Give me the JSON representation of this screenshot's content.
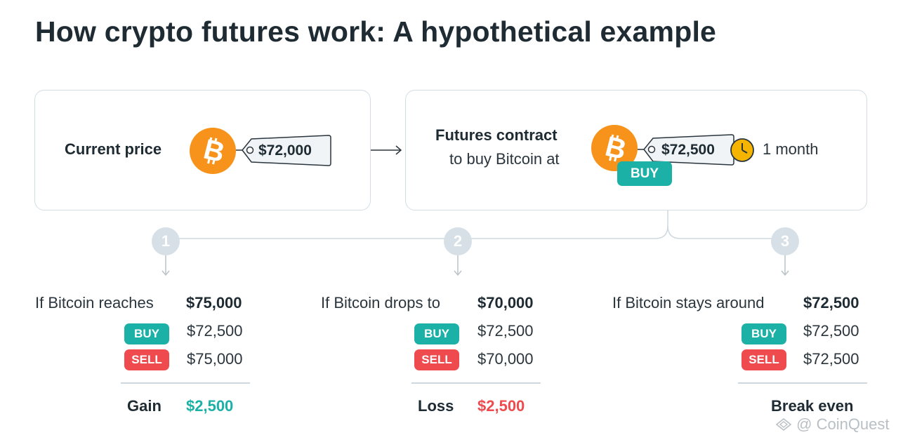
{
  "title": "How crypto futures work: A hypothetical example",
  "current": {
    "label": "Current price",
    "price": "$72,000"
  },
  "futures": {
    "label_bold": "Futures contract",
    "label_rest": "to buy Bitcoin at",
    "price": "$72,500",
    "duration": "1 month",
    "buy_label": "BUY"
  },
  "scenarios": [
    {
      "step": "1",
      "condition": "If Bitcoin reaches",
      "target": "$75,000",
      "buy_label": "BUY",
      "buy_price": "$72,500",
      "sell_label": "SELL",
      "sell_price": "$75,000",
      "result_label": "Gain",
      "result_value": "$2,500"
    },
    {
      "step": "2",
      "condition": "If Bitcoin drops to",
      "target": "$70,000",
      "buy_label": "BUY",
      "buy_price": "$72,500",
      "sell_label": "SELL",
      "sell_price": "$70,000",
      "result_label": "Loss",
      "result_value": "$2,500"
    },
    {
      "step": "3",
      "condition": "If Bitcoin stays around",
      "target": "$72,500",
      "buy_label": "BUY",
      "buy_price": "$72,500",
      "sell_label": "SELL",
      "sell_price": "$72,500",
      "result_label": "Break even",
      "result_value": ""
    }
  ],
  "watermark": "@ CoinQuest",
  "colors": {
    "bitcoin": "#f7931a",
    "buy": "#1bb1a6",
    "sell": "#ef4b4f",
    "gain": "#1bb1a6",
    "loss": "#ef4b4f",
    "clock": "#f5b400"
  }
}
